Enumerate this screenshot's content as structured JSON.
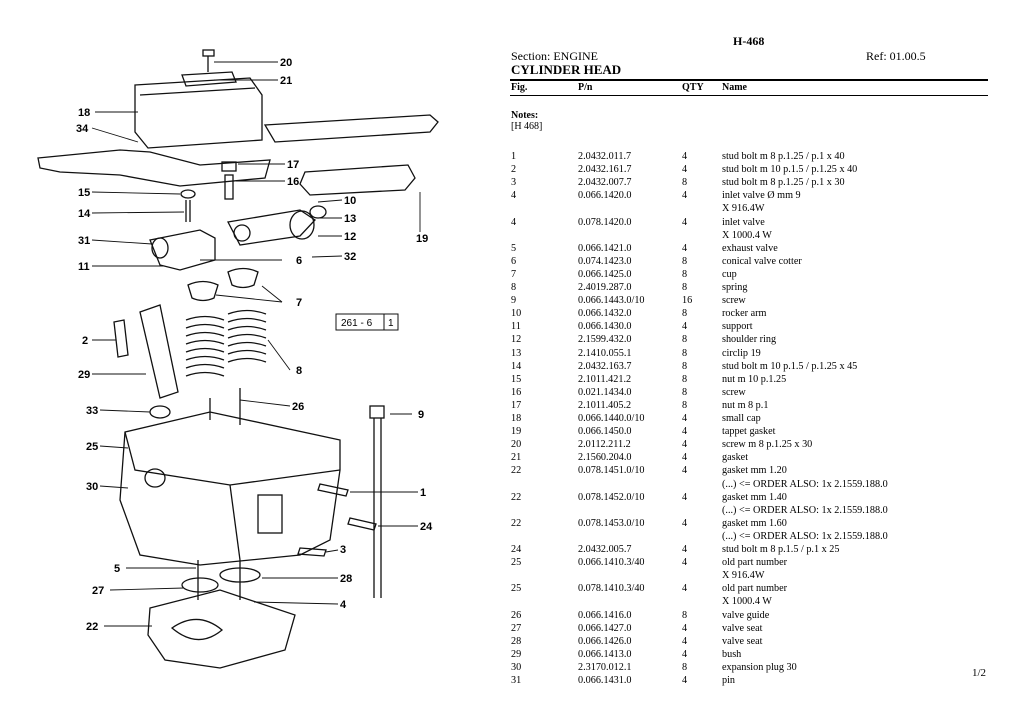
{
  "header": {
    "model": "H-468",
    "section": "Section: ENGINE",
    "ref": "Ref: 01.00.5",
    "title": "CYLINDER HEAD"
  },
  "columns": {
    "fig": "Fig.",
    "pn": "P/n",
    "qty": "QTY",
    "name": "Name"
  },
  "notes": {
    "label": "Notes:",
    "text": "[H 468]"
  },
  "diagram": {
    "callouts": [
      "20",
      "21",
      "18",
      "34",
      "17",
      "16",
      "15",
      "10",
      "14",
      "13",
      "12",
      "31",
      "32",
      "6",
      "11",
      "19",
      "7",
      "261 - 6",
      "1",
      "2",
      "8",
      "29",
      "26",
      "33",
      "9",
      "25",
      "30",
      "1",
      "24",
      "3",
      "5",
      "28",
      "27",
      "4",
      "22"
    ]
  },
  "parts": [
    {
      "fig": "1",
      "pn": "2.0432.011.7",
      "qty": "4",
      "name": "stud bolt m 8 p.1.25 / p.1 x 40"
    },
    {
      "fig": "2",
      "pn": "2.0432.161.7",
      "qty": "4",
      "name": "stud bolt m 10 p.1.5 / p.1.25 x 40"
    },
    {
      "fig": "3",
      "pn": "2.0432.007.7",
      "qty": "8",
      "name": "stud bolt m 8 p.1.25 / p.1 x 30"
    },
    {
      "fig": "4",
      "pn": "0.066.1420.0",
      "qty": "4",
      "name": "inlet valve Ø mm 9"
    },
    {
      "fig": "",
      "pn": "",
      "qty": "",
      "name": "X 916.4W"
    },
    {
      "fig": "4",
      "pn": "0.078.1420.0",
      "qty": "4",
      "name": "inlet valve"
    },
    {
      "fig": "",
      "pn": "",
      "qty": "",
      "name": "X 1000.4 W"
    },
    {
      "fig": "5",
      "pn": "0.066.1421.0",
      "qty": "4",
      "name": "exhaust valve"
    },
    {
      "fig": "6",
      "pn": "0.074.1423.0",
      "qty": "8",
      "name": "conical valve cotter"
    },
    {
      "fig": "7",
      "pn": "0.066.1425.0",
      "qty": "8",
      "name": "cup"
    },
    {
      "fig": "8",
      "pn": "2.4019.287.0",
      "qty": "8",
      "name": "spring"
    },
    {
      "fig": "9",
      "pn": "0.066.1443.0/10",
      "qty": "16",
      "name": "screw"
    },
    {
      "fig": "10",
      "pn": "0.066.1432.0",
      "qty": "8",
      "name": "rocker arm"
    },
    {
      "fig": "11",
      "pn": "0.066.1430.0",
      "qty": "4",
      "name": "support"
    },
    {
      "fig": "12",
      "pn": "2.1599.432.0",
      "qty": "8",
      "name": "shoulder ring"
    },
    {
      "fig": "13",
      "pn": "2.1410.055.1",
      "qty": "8",
      "name": "circlip 19"
    },
    {
      "fig": "14",
      "pn": "2.0432.163.7",
      "qty": "8",
      "name": "stud bolt m 10 p.1.5 / p.1.25 x 45"
    },
    {
      "fig": "15",
      "pn": "2.1011.421.2",
      "qty": "8",
      "name": "nut m 10 p.1.25"
    },
    {
      "fig": "16",
      "pn": "0.021.1434.0",
      "qty": "8",
      "name": "screw"
    },
    {
      "fig": "17",
      "pn": "2.1011.405.2",
      "qty": "8",
      "name": "nut m 8 p.1"
    },
    {
      "fig": "18",
      "pn": "0.066.1440.0/10",
      "qty": "4",
      "name": "small cap"
    },
    {
      "fig": "19",
      "pn": "0.066.1450.0",
      "qty": "4",
      "name": "tappet gasket"
    },
    {
      "fig": "20",
      "pn": "2.0112.211.2",
      "qty": "4",
      "name": "screw m 8 p.1.25 x 30"
    },
    {
      "fig": "21",
      "pn": "2.1560.204.0",
      "qty": "4",
      "name": "gasket"
    },
    {
      "fig": "22",
      "pn": "0.078.1451.0/10",
      "qty": "4",
      "name": "gasket mm 1.20"
    },
    {
      "fig": "",
      "pn": "",
      "qty": "",
      "name": "(...) <= ORDER ALSO: 1x 2.1559.188.0"
    },
    {
      "fig": "22",
      "pn": "0.078.1452.0/10",
      "qty": "4",
      "name": "gasket mm 1.40"
    },
    {
      "fig": "",
      "pn": "",
      "qty": "",
      "name": "(...) <= ORDER ALSO: 1x 2.1559.188.0"
    },
    {
      "fig": "22",
      "pn": "0.078.1453.0/10",
      "qty": "4",
      "name": "gasket mm 1.60"
    },
    {
      "fig": "",
      "pn": "",
      "qty": "",
      "name": "(...) <= ORDER ALSO: 1x 2.1559.188.0"
    },
    {
      "fig": "24",
      "pn": "2.0432.005.7",
      "qty": "4",
      "name": "stud bolt m 8 p.1.5 / p.1 x 25"
    },
    {
      "fig": "25",
      "pn": "0.066.1410.3/40",
      "qty": "4",
      "name": "old part number"
    },
    {
      "fig": "",
      "pn": "",
      "qty": "",
      "name": "X 916.4W"
    },
    {
      "fig": "25",
      "pn": "0.078.1410.3/40",
      "qty": "4",
      "name": "old part number"
    },
    {
      "fig": "",
      "pn": "",
      "qty": "",
      "name": "X 1000.4 W"
    },
    {
      "fig": "26",
      "pn": "0.066.1416.0",
      "qty": "8",
      "name": "valve guide"
    },
    {
      "fig": "27",
      "pn": "0.066.1427.0",
      "qty": "4",
      "name": "valve seat"
    },
    {
      "fig": "28",
      "pn": "0.066.1426.0",
      "qty": "4",
      "name": "valve seat"
    },
    {
      "fig": "29",
      "pn": "0.066.1413.0",
      "qty": "4",
      "name": "bush"
    },
    {
      "fig": "30",
      "pn": "2.3170.012.1",
      "qty": "8",
      "name": "expansion plug 30"
    },
    {
      "fig": "31",
      "pn": "0.066.1431.0",
      "qty": "4",
      "name": "pin"
    }
  ],
  "page": "1/2"
}
